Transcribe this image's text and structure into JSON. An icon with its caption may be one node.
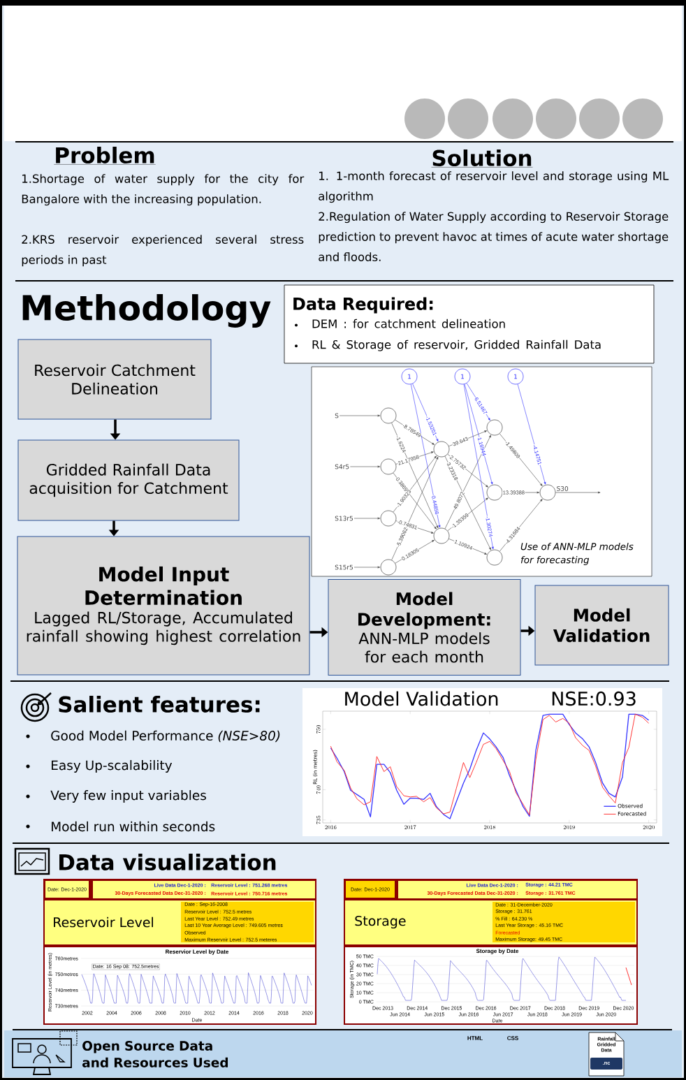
{
  "diagram": {
    "nodes": [
      {
        "text": [
          "Data Required:",
          "DEM : for catchment delineation",
          "RL & Storage of reservoir, Gridded Rainfall Data"
        ]
      },
      {
        "text": [
          "Reservoir Catchment Delineation"
        ]
      },
      {
        "text": [
          "Gridded Rainfall Data acquisition for Catchment"
        ]
      },
      {
        "text": [
          "Model Input Determination",
          "Lagged RL/Storage, Accumulated rainfall showing highest correlation"
        ]
      },
      {
        "text": [
          "Model Development:",
          "ANN-MLP models for each month"
        ]
      },
      {
        "text": [
          "Model Validation"
        ]
      },
      {
        "text": [
          "Use of ANN-MLP models for forecasting"
        ]
      },
      {
        "text": [
          "S"
        ],
        "in": 6
      },
      {
        "text": [
          "S4r5"
        ],
        "in": 6
      },
      {
        "text": [
          "S13r5"
        ],
        "in": 6
      },
      {
        "text": [
          "S15r5"
        ],
        "in": 6
      },
      {
        "text": [],
        "shape": "circle",
        "in": 6
      },
      {
        "text": [],
        "shape": "circle",
        "in": 6
      },
      {
        "text": [],
        "shape": "circle",
        "in": 6
      },
      {
        "text": [],
        "shape": "circle",
        "in": 6
      },
      {
        "text": [
          "1"
        ],
        "in": 6
      },
      {
        "text": [
          "1"
        ],
        "in": 6
      },
      {
        "text": [
          "1"
        ],
        "in": 6
      },
      {
        "text": [],
        "shape": "circle",
        "in": 6
      },
      {
        "text": [],
        "shape": "circle",
        "in": 6
      },
      {
        "text": [],
        "shape": "circle",
        "in": 6
      },
      {
        "text": [],
        "shape": "circle",
        "in": 6
      },
      {
        "text": [],
        "shape": "circle",
        "in": 6
      },
      {
        "text": [],
        "shape": "circle",
        "in": 6,
        "beside": [
          "S30"
        ]
      }
    ],
    "edges": [
      {
        "from": 1,
        "to": 2,
        "arrow": "to",
        "style": "thick"
      },
      {
        "from": 2,
        "to": 3,
        "arrow": "to",
        "style": "thick"
      },
      {
        "from": 3,
        "to": 4,
        "arrow": "to",
        "style": "thick"
      },
      {
        "from": 4,
        "to": 5,
        "arrow": "to",
        "style": "thick"
      },
      {
        "from": 7,
        "to": 11,
        "arrow": "to"
      },
      {
        "from": 8,
        "to": 12,
        "arrow": "to"
      },
      {
        "from": 9,
        "to": 13,
        "arrow": "to"
      },
      {
        "from": 10,
        "to": 14,
        "arrow": "to"
      },
      {
        "from": 11,
        "to": 18,
        "arrow": "to",
        "label": "-8.78549"
      },
      {
        "from": 11,
        "to": 19,
        "arrow": "to",
        "label": "-1.6224"
      },
      {
        "from": 12,
        "to": 18,
        "arrow": "to",
        "label": "21.17958"
      },
      {
        "from": 12,
        "to": 19,
        "arrow": "to",
        "label": "0.3869"
      },
      {
        "from": 13,
        "to": 18,
        "arrow": "to",
        "label": "-1.90323"
      },
      {
        "from": 13,
        "to": 19,
        "arrow": "to",
        "label": "-0.74831"
      },
      {
        "from": 14,
        "to": 18,
        "arrow": "to",
        "label": "-5.39062"
      },
      {
        "from": 14,
        "to": 19,
        "arrow": "to",
        "label": "0.18305"
      },
      {
        "from": 15,
        "to": 18,
        "arrow": "to",
        "label": "-1.53201",
        "color": "#3333ff"
      },
      {
        "from": 15,
        "to": 19,
        "arrow": "to",
        "label": "0.44856",
        "color": "#3333ff"
      },
      {
        "from": 18,
        "to": 20,
        "arrow": "to",
        "label": "39.643"
      },
      {
        "from": 18,
        "to": 21,
        "arrow": "to",
        "label": "2.75732"
      },
      {
        "from": 18,
        "to": 22,
        "arrow": "to",
        "label": "3.23318"
      },
      {
        "from": 19,
        "to": 20,
        "arrow": "to",
        "label": "49.8072"
      },
      {
        "from": 19,
        "to": 21,
        "arrow": "to",
        "label": "-1.35359"
      },
      {
        "from": 19,
        "to": 22,
        "arrow": "to",
        "label": "1.10924"
      },
      {
        "from": 16,
        "to": 20,
        "arrow": "to",
        "label": "6.51467",
        "color": "#3333ff"
      },
      {
        "from": 16,
        "to": 21,
        "arrow": "to",
        "label": "1.16944",
        "color": "#3333ff"
      },
      {
        "from": 16,
        "to": 22,
        "arrow": "to",
        "label": "-1.30274",
        "color": "#3333ff"
      },
      {
        "from": 20,
        "to": 23,
        "arrow": "to",
        "label": "-1.49809"
      },
      {
        "from": 21,
        "to": 23,
        "arrow": "to",
        "label": "13.39388"
      },
      {
        "from": 22,
        "to": 23,
        "arrow": "to",
        "label": "-4.31684"
      },
      {
        "from": 17,
        "to": 23,
        "arrow": "to",
        "label": "-4.14751",
        "color": "#3333ff"
      },
      {
        "from": 23,
        "to": null,
        "arrow": "to"
      }
    ],
    "labels": [
      "Problem",
      "1.Shortage of water supply for the city for Bangalore with the increasing population.",
      "2.KRS reservoir experienced several stress periods in past",
      "Solution",
      "1. 1-month forecast of reservoir level and storage using ML algorithm",
      "2.Regulation of Water Supply according to Reservoir Storage prediction to prevent havoc at times of acute water shortage and floods.",
      "Methodology",
      "Salient features:",
      "Good Model Performance *(NSE>80)*",
      "Easy Up-scalability",
      "Very few input variables",
      "Model run within seconds",
      "Data visualization",
      "Date: Dec-1-2020",
      "Live Data Dec-1-2020 :",
      "Reservoir Level : 751.268 metres",
      "30-Days Forecasted Data Dec-31-2020 :",
      "Reservoir Level : 750.716 metres",
      "Reservoir Level",
      "Date : Sep-16-2008",
      "Reservoir Level : 752.5 metres",
      "Last Year Level : 752.49 metres",
      "Last 10 Year Average Level : 749.605 metres",
      "Observed",
      "Maximum Reservoir Level : 752.5 meteres",
      "Reservior Level by Date",
      "760metres",
      "750metres",
      "740metres",
      "730metres",
      "Reservoir Level (in metres)",
      "Date: 16 Sep 08: 752.5metres",
      "2002",
      "2004",
      "2006",
      "2008",
      "2010",
      "2012",
      "2014",
      "2016",
      "2018",
      "2020",
      "Date",
      "Date: Dec-1-2020",
      "Live Data Dec-1-2020 :",
      "Storage : 44.21 TMC",
      "30-Days Forecasted Data Dec-31-2020 :",
      "Storage : 31.761 TMC",
      "Storage",
      "Date : 31-December-2020",
      "Storage : 31.761",
      "% Fill : 64.230 %",
      "Last Year Storage : 45.16 TMC",
      "Forecasted",
      "Maximum Storage: 49.45 TMC",
      "Storage by Date",
      "50 TMC",
      "40 TMC",
      "30 TMC",
      "20 TMC",
      "10 TMC",
      "0 TMC",
      "Storage (in TMC)",
      "Dec 2013",
      "Jun 2014",
      "Dec 2014",
      "Jun 2015",
      "Dec 2015",
      "Jun 2016",
      "Dec 2016",
      "Jun 2017",
      "Dec 2017",
      "Jun 2018",
      "Dec 2018",
      "Jun 2019",
      "Dec 2019",
      "Jun 2020",
      "Dec 2020",
      "Date",
      "Open Source Data and Resources Used",
      "HTML",
      "CSS",
      "Rainfall Gridded Data",
      ".nc"
    ],
    "chart_data": {
      "type": "line",
      "title": "Model Validation",
      "ylabel": "RL (in metres)",
      "x": [
        2016.0,
        2016.083,
        2016.167,
        2016.25,
        2016.333,
        2016.417,
        2016.5,
        2016.583,
        2016.667,
        2016.75,
        2016.833,
        2016.917,
        2017.0,
        2017.083,
        2017.167,
        2017.25,
        2017.333,
        2017.417,
        2017.5,
        2017.583,
        2017.667,
        2017.75,
        2017.833,
        2017.917,
        2018.0,
        2018.083,
        2018.167,
        2018.25,
        2018.333,
        2018.417,
        2018.5,
        2018.583,
        2018.667,
        2018.75,
        2018.833,
        2018.917,
        2019.0,
        2019.083,
        2019.167,
        2019.25,
        2019.333,
        2019.417,
        2019.5,
        2019.583,
        2019.667,
        2019.75,
        2019.833,
        2019.917,
        2020.0
      ],
      "series": [
        {
          "name": "Observed",
          "color": "#3333ff",
          "values": [
            746.9,
            745.2,
            743.0,
            739.9,
            739.2,
            738.4,
            735.5,
            744.2,
            744.2,
            742.8,
            739.9,
            737.6,
            738.6,
            738.6,
            738.4,
            739.4,
            737.2,
            735.9,
            735.2,
            738.0,
            741.1,
            743.4,
            746.5,
            749.4,
            748.4,
            747.1,
            745.3,
            742.3,
            739.9,
            737.2,
            735.6,
            746.5,
            752.3,
            752.5,
            752.5,
            752.5,
            750.8,
            749.4,
            748.4,
            747.1,
            744.6,
            741.1,
            739.4,
            738.8,
            742.1,
            752.5,
            752.5,
            752.3,
            751.5
          ]
        },
        {
          "name": "Forecasted",
          "color": "#ff2222",
          "values": [
            747.2,
            744.6,
            743.2,
            740.3,
            738.5,
            737.5,
            738.0,
            745.5,
            743.0,
            743.8,
            740.5,
            739.0,
            738.8,
            738.9,
            738.0,
            738.7,
            737.0,
            736.0,
            736.3,
            740.2,
            744.5,
            742.0,
            744.5,
            747.5,
            748.0,
            746.8,
            744.8,
            743.0,
            739.5,
            737.6,
            735.8,
            745.0,
            751.6,
            752.3,
            751.2,
            751.8,
            751.0,
            748.6,
            747.3,
            746.5,
            744.0,
            740.4,
            739.0,
            737.8,
            744.5,
            747.0,
            752.5,
            752.0,
            751.0
          ]
        }
      ],
      "xlim": [
        2015.9,
        2020.1
      ],
      "ylim": [
        734.5,
        753
      ],
      "xticks": [
        2016,
        2017,
        2018,
        2019,
        2020
      ],
      "yticks": [
        735,
        740,
        750
      ],
      "annotations": [
        "NSE:0.93"
      ],
      "legend": "lower right"
    }
  }
}
